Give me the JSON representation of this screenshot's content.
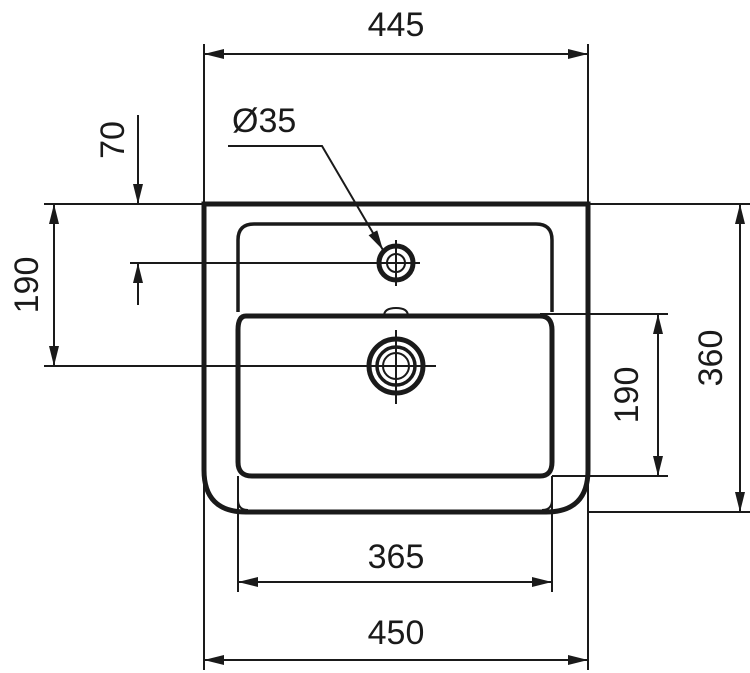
{
  "dimensions": {
    "top_width": "445",
    "hole_diameter": "Ø35",
    "hole_offset": "70",
    "left_height": "190",
    "right_inner_height": "190",
    "right_total_height": "360",
    "inner_width": "365",
    "bottom_width": "450"
  },
  "colors": {
    "line": "#1a1a1a",
    "background": "#ffffff"
  }
}
